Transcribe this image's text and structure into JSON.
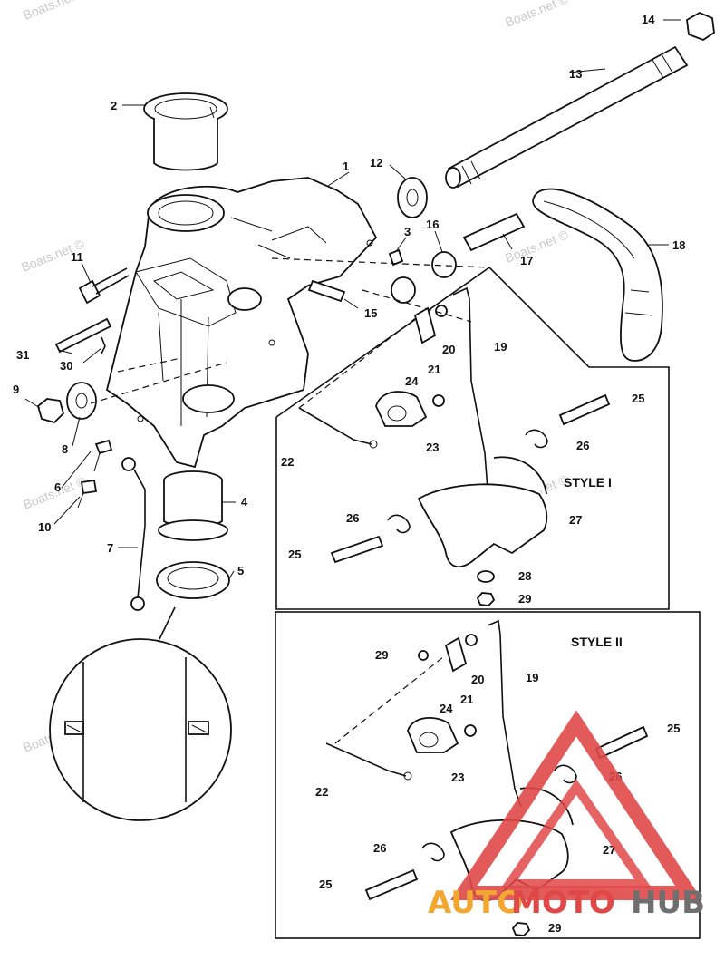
{
  "watermarks": [
    "Boats.net ©",
    "Boats.net ©",
    "Boats.net ©",
    "Boats.net ©",
    "Boats.net ©",
    "Boats.net ©",
    "Boats.net ©"
  ],
  "style_labels": {
    "style1": "STYLE I",
    "style2": "STYLE II"
  },
  "callouts": {
    "c1": "1",
    "c2": "2",
    "c3": "3",
    "c4": "4",
    "c5": "5",
    "c6": "6",
    "c7": "7",
    "c8": "8",
    "c9": "9",
    "c10": "10",
    "c11": "11",
    "c12": "12",
    "c13": "13",
    "c14": "14",
    "c15": "15",
    "c16": "16",
    "c17": "17",
    "c18": "18",
    "c19": "19",
    "c20": "20",
    "c21": "21",
    "c22": "22",
    "c23": "23",
    "c24": "24",
    "c25": "25",
    "c26": "26",
    "c27": "27",
    "c28": "28",
    "c29": "29",
    "c30": "30",
    "c31": "31",
    "s2_29a": "29",
    "s2_20": "20",
    "s2_19": "19",
    "s2_21": "21",
    "s2_24": "24",
    "s2_25a": "25",
    "s2_26a": "26",
    "s2_22": "22",
    "s2_23": "23",
    "s2_27": "27",
    "s2_26b": "26",
    "s2_25b": "25",
    "s2_29b": "29"
  },
  "brand": {
    "part1": "AUTO",
    "part2": "MOTO",
    "part3": "HUB",
    "colors": {
      "auto": "#f2a830",
      "moto": "#e04848",
      "hub": "#6f6f6f",
      "triangle": "#e04848"
    }
  }
}
